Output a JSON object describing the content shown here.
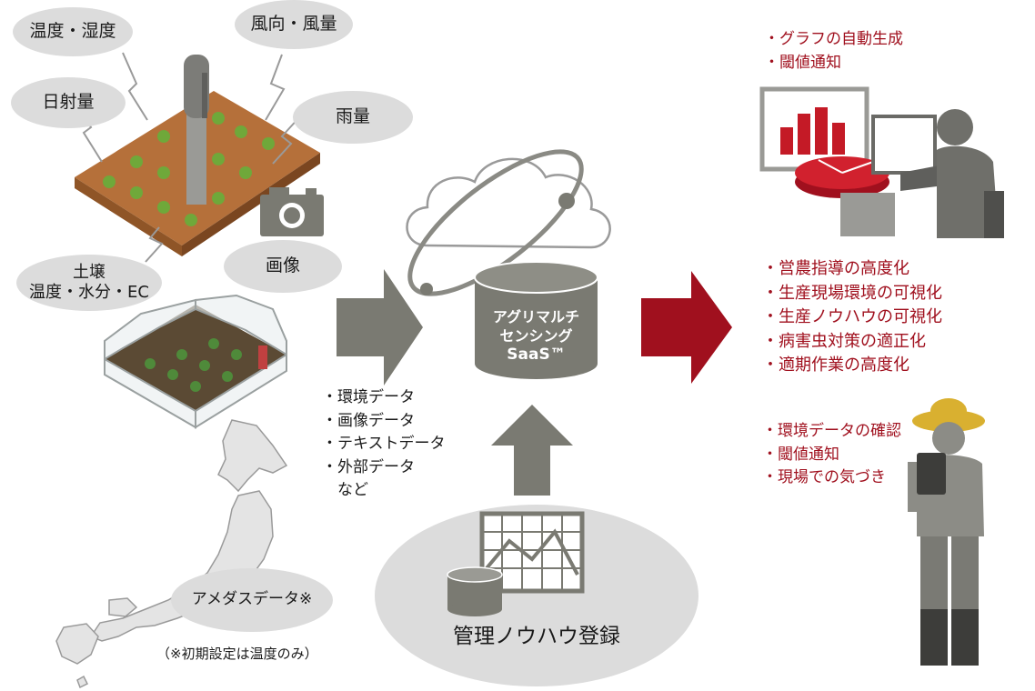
{
  "sensors": {
    "temp_humidity": "温度・湿度",
    "wind": "風向・風量",
    "solar": "日射量",
    "rain": "雨量",
    "soil": "土壌\n温度・水分・EC",
    "image": "画像"
  },
  "amedas": {
    "label": "アメダスデータ※",
    "note": "（※初期設定は温度のみ）"
  },
  "data_types": [
    "・環境データ",
    "・画像データ",
    "・テキストデータ",
    "・外部データ",
    "　など"
  ],
  "saas": {
    "line1": "アグリマルチ",
    "line2": "センシング",
    "line3": "SaaS™"
  },
  "knowhow": {
    "label": "管理ノウハウ登録"
  },
  "outputs": {
    "office": [
      "・グラフの自動生成",
      "・閾値通知"
    ],
    "benefits": [
      "・営農指導の高度化",
      "・生産現場環境の可視化",
      "・生産ノウハウの可視化",
      "・病害虫対策の適正化",
      "・適期作業の高度化"
    ],
    "farmer": [
      "・環境データの確認",
      "・閾値通知",
      "・現場での気づき"
    ]
  },
  "colors": {
    "accent": "#a0101e",
    "gray": "#7a7a72",
    "bubble": "#dcdcdc"
  },
  "icons": [
    "camera-icon",
    "field-icon",
    "greenhouse-icon",
    "japan-map-icon",
    "cloud-icon",
    "database-icon",
    "chart-icon",
    "office-worker-icon",
    "farmer-icon"
  ]
}
